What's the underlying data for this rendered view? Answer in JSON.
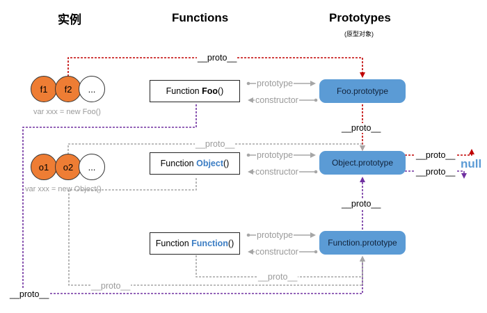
{
  "columns": {
    "instances": "实例",
    "functions": "Functions",
    "prototypes": "Prototypes",
    "prototypes_sub": "(原型对象)"
  },
  "instances": {
    "foo_group": [
      "f1",
      "f2",
      "..."
    ],
    "foo_caption": "var xxx = new Foo()",
    "object_group": [
      "o1",
      "o2",
      "..."
    ],
    "object_caption": "var xxx = new Object()"
  },
  "functions": {
    "prefix": "Function ",
    "foo": {
      "name": "Foo",
      "suffix": "()"
    },
    "object": {
      "name": "Object",
      "suffix": "()"
    },
    "function": {
      "name": "Function",
      "suffix": "()"
    }
  },
  "prototypes": {
    "foo": "Foo.prototype",
    "object": "Object.prototype",
    "function": "Function.prototype"
  },
  "links": {
    "proto": "__proto__",
    "prototype": "prototype",
    "constructor": "constructor",
    "null": "null"
  },
  "colors": {
    "red": "#c00000",
    "purple": "#7030a0",
    "gray": "#a6a6a6",
    "orange": "#ee7d34",
    "blue": "#5b9bd5"
  }
}
